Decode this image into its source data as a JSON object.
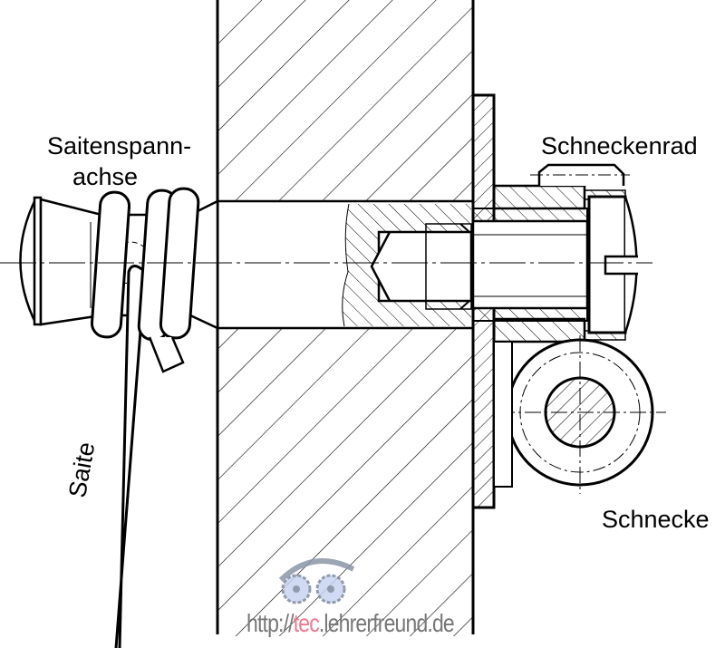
{
  "labels": {
    "axle_line1": "Saitenspann-",
    "axle_line2": "achse",
    "worm_wheel": "Schneckenrad",
    "worm": "Schnecke",
    "string": "Saite"
  },
  "watermark": {
    "prefix": "http://",
    "accent": "tec",
    "suffix": ".lehrerfreund.de",
    "accent_color": "#f07890"
  }
}
